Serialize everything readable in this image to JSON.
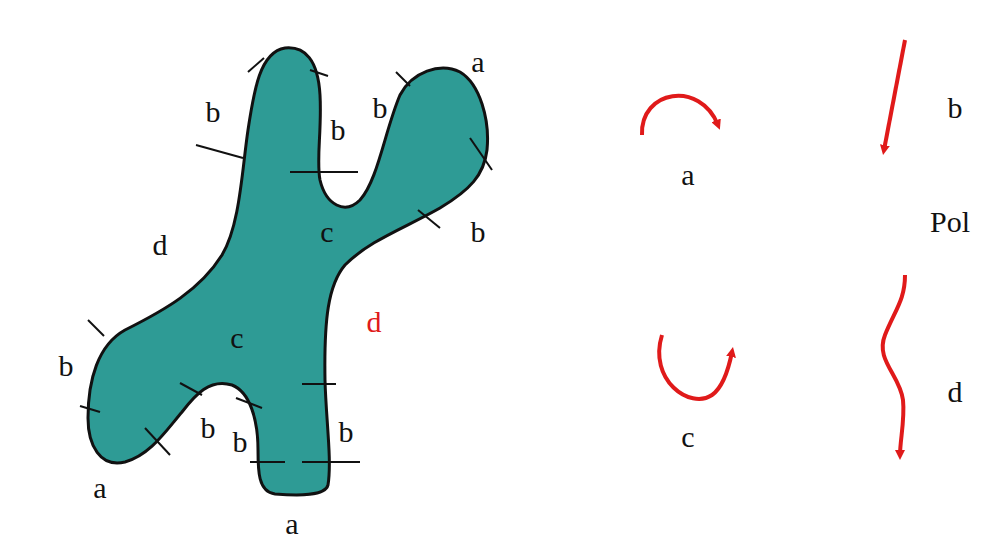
{
  "diagram": {
    "labels": [
      "a",
      "b",
      "b",
      "b",
      "c",
      "b",
      "d",
      "d",
      "c",
      "b",
      "b",
      "b",
      "b",
      "a",
      "a",
      "a",
      "b",
      "Pol",
      "c",
      "d"
    ]
  }
}
